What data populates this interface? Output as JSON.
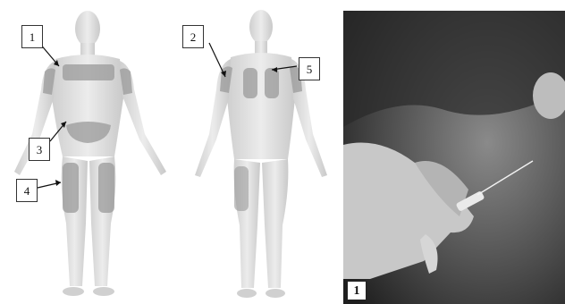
{
  "callouts": {
    "site_1": "1",
    "site_2": "2",
    "site_3": "3",
    "site_4": "4",
    "site_5": "5"
  },
  "photo": {
    "label": "1"
  },
  "colors": {
    "body": "#d9d9d9",
    "injection_zone": "#9a9a9a",
    "photo_bg": "#3a3a3a",
    "glove": "#c8c8c8"
  }
}
